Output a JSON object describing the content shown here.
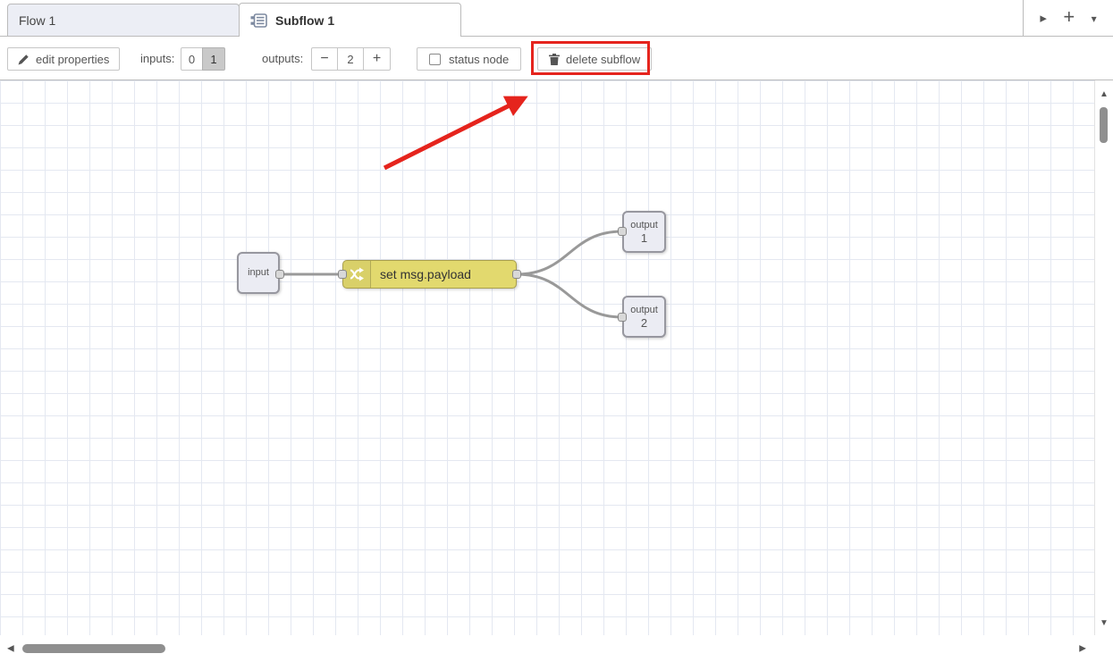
{
  "header": {
    "tabs": [
      {
        "label": "Flow 1",
        "active": false
      },
      {
        "label": "Subflow 1",
        "active": true
      }
    ],
    "actions": {
      "expand": "▸",
      "add": "+",
      "menu": "▾"
    }
  },
  "toolbar": {
    "edit_properties_label": "edit properties",
    "inputs_label": "inputs:",
    "inputs_options": [
      "0",
      "1"
    ],
    "inputs_selected": "1",
    "outputs_label": "outputs:",
    "minus": "−",
    "outputs_value": "2",
    "plus": "+",
    "status_node_label": "status node",
    "status_node_checked": false,
    "delete_subflow_label": "delete subflow"
  },
  "canvas": {
    "nodes": {
      "input": {
        "label": "input"
      },
      "change": {
        "label": "set msg.payload",
        "fill": "#e2d96e"
      },
      "output1": {
        "label": "output",
        "number": "1"
      },
      "output2": {
        "label": "output",
        "number": "2"
      }
    },
    "wire_color": "#999999",
    "grid_color": "#e4e8f1"
  },
  "scrollbar": {
    "up": "▲",
    "down": "▼",
    "left": "◀",
    "right": "▶"
  },
  "annotation": {
    "color": "#e5241d",
    "target": "delete subflow"
  }
}
